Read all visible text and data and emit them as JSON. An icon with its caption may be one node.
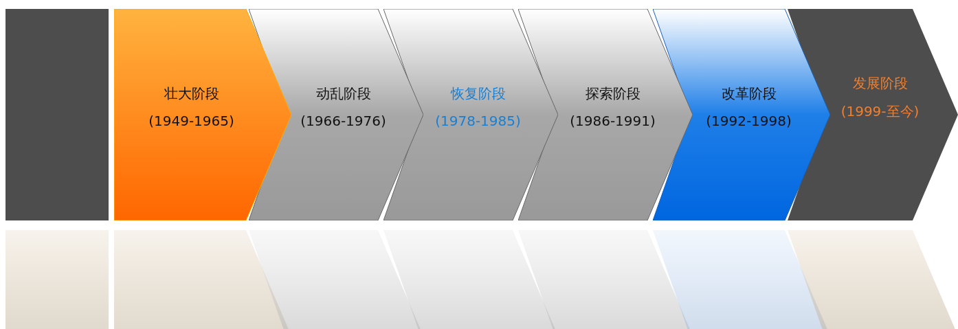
{
  "diagram": {
    "nodes": [
      {
        "text": [],
        "shape": "box"
      },
      {
        "text": [
          "壮大阶段",
          "(1949-1965)"
        ]
      },
      {
        "text": [
          "动乱阶段",
          "(1966-1976)"
        ]
      },
      {
        "text": [
          "恢复阶段",
          "(1978-1985)"
        ]
      },
      {
        "text": [
          "探索阶段",
          "(1986-1991)"
        ]
      },
      {
        "text": [
          "改革阶段",
          "(1992-1998)"
        ]
      },
      {
        "text": [
          "发展阶段",
          "(1999-至今)"
        ]
      }
    ]
  }
}
